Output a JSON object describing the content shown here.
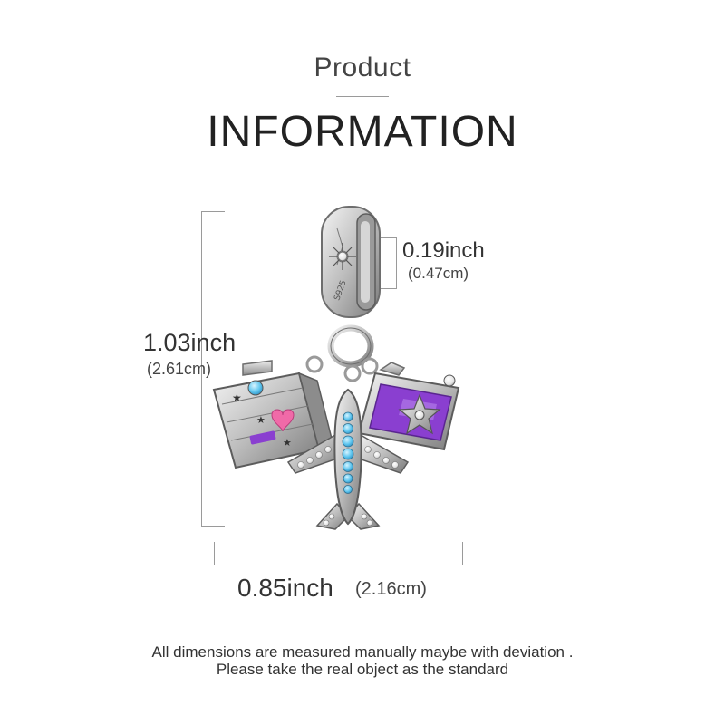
{
  "header": {
    "subtitle": "Product",
    "title": "INFORMATION"
  },
  "dimensions": {
    "loop_height": {
      "inch": "0.19inch",
      "cm": "(0.47cm)"
    },
    "total_height": {
      "inch": "1.03inch",
      "cm": "(2.61cm)"
    },
    "total_width": {
      "inch": "0.85inch",
      "cm": "(2.16cm)"
    }
  },
  "product": {
    "stamp": "S925",
    "charms": [
      "suitcase-charm",
      "airplane-charm",
      "camera-charm"
    ],
    "colors": {
      "silver": "#c8c8c8",
      "silver_dark": "#6e6e6e",
      "enamel_purple": "#8a3fd0",
      "enamel_pink": "#f06aa8",
      "stone_blue": "#5fc6ef",
      "stone_white": "#f2f2f2"
    }
  },
  "footer": {
    "line1": "All dimensions are measured manually maybe with deviation .",
    "line2": "Please take the real object as the standard"
  }
}
